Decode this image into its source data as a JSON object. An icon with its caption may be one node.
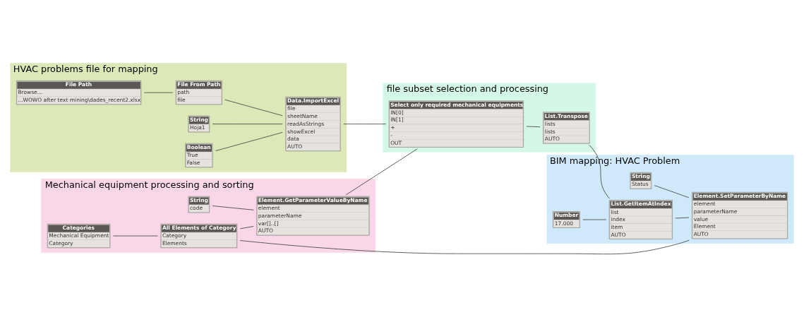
{
  "diagram": {
    "nodes": [
      {
        "text": [
          "HVAC problems file for mapping"
        ]
      },
      {
        "text": [
          "File Path",
          "Browse...",
          "...WOWO after text mining\\dades_recent2.xlsx"
        ],
        "in": 0
      },
      {
        "text": [
          "File From Path",
          "path",
          "file"
        ],
        "in": 0
      },
      {
        "text": [
          "String",
          "Hoja1"
        ],
        "in": 0
      },
      {
        "text": [
          "Boolean",
          "True",
          "False"
        ],
        "in": 0
      },
      {
        "text": [
          "Data.ImportExcel",
          "file",
          "sheetName",
          "readAsStrings",
          "showExcel",
          "data",
          "AUTO"
        ],
        "in": 0
      },
      {
        "text": [
          "file subset selection and processing"
        ]
      },
      {
        "text": [
          "Select only required mechanical equipments",
          "IN[0]",
          "IN[1]",
          "+",
          "-",
          "OUT"
        ],
        "in": 6
      },
      {
        "text": [
          "List.Transpose",
          "lists",
          "lists",
          "AUTO"
        ],
        "in": 6
      },
      {
        "text": [
          "Mechanical equipment processing and sorting"
        ]
      },
      {
        "text": [
          "Categories",
          "Mechanical Equipment",
          "Category"
        ],
        "in": 9
      },
      {
        "text": [
          "All Elements of Category",
          "Category",
          "Elements"
        ],
        "in": 9
      },
      {
        "text": [
          "Element.GetParameterValueByName",
          "element",
          "parameterName",
          "var[]..[]",
          "AUTO"
        ],
        "in": 9
      },
      {
        "text": [
          "String",
          "code"
        ],
        "in": 9
      },
      {
        "text": [
          "BIM mapping: HVAC Problem"
        ]
      },
      {
        "text": [
          "Element.SetParameterByName",
          "element",
          "parameterName",
          "value",
          "Element",
          "AUTO"
        ],
        "in": 14
      },
      {
        "text": [
          "String",
          "Status"
        ],
        "in": 14
      },
      {
        "text": [
          "List.GetItemAtIndex",
          "list",
          "index",
          "item",
          "AUTO"
        ],
        "in": 14
      },
      {
        "text": [
          "Number",
          "17.000"
        ],
        "in": 14
      }
    ],
    "edges": [
      {
        "from": 1,
        "to": 2,
        "arrow": "none"
      },
      {
        "from": 2,
        "to": 5,
        "arrow": "none"
      },
      {
        "from": 3,
        "to": 5,
        "arrow": "none"
      },
      {
        "from": 4,
        "to": 5,
        "arrow": "none"
      },
      {
        "from": 5,
        "to": 7,
        "arrow": "none"
      },
      {
        "from": 7,
        "to": 8,
        "arrow": "none"
      },
      {
        "from": 8,
        "to": 17,
        "arrow": "none"
      },
      {
        "from": 10,
        "to": 11,
        "arrow": "none"
      },
      {
        "from": 11,
        "to": 15,
        "arrow": "none"
      },
      {
        "from": 11,
        "to": 12,
        "arrow": "none"
      },
      {
        "from": 13,
        "to": 12,
        "arrow": "none"
      },
      {
        "from": 12,
        "to": 7,
        "arrow": "none"
      },
      {
        "from": 16,
        "to": 15,
        "arrow": "none"
      },
      {
        "from": 17,
        "to": 15,
        "arrow": "none"
      },
      {
        "from": 18,
        "to": 17,
        "arrow": "none"
      }
    ]
  }
}
